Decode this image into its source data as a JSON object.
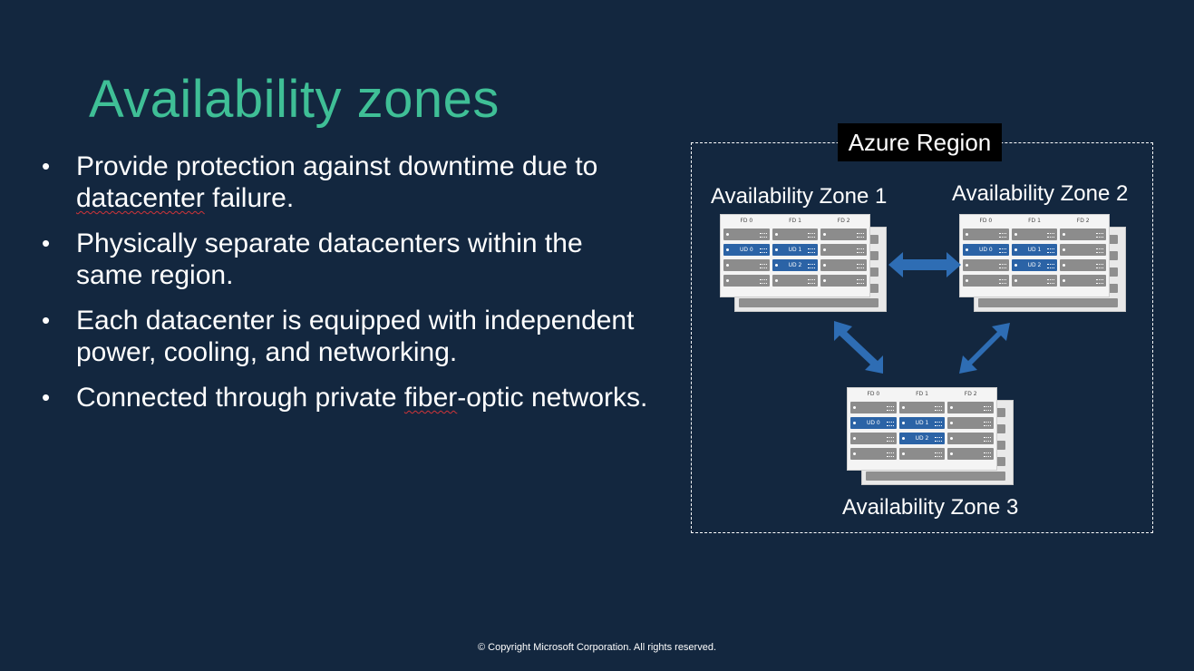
{
  "slide": {
    "title": "Availability zones",
    "bullets": [
      {
        "text_before": "Provide protection against downtime due to ",
        "squiggle": "datacenter",
        "text_after": " failure."
      },
      {
        "text_before": "Physically separate datacenters within the same region.",
        "squiggle": "",
        "text_after": ""
      },
      {
        "text_before": "Each datacenter is equipped with independent power, cooling, and networking.",
        "squiggle": "",
        "text_after": ""
      },
      {
        "text_before": "Connected through private ",
        "squiggle": "fiber",
        "text_after": "-optic networks."
      }
    ],
    "copyright": "© Copyright Microsoft Corporation. All rights reserved."
  },
  "diagram": {
    "region_label": "Azure Region",
    "zones": [
      {
        "label": "Availability Zone 1"
      },
      {
        "label": "Availability Zone 2"
      },
      {
        "label": "Availability Zone 3"
      }
    ],
    "rack": {
      "fault_domains": [
        "FD 0",
        "FD 1",
        "FD 2"
      ],
      "update_domains": [
        "UD 0",
        "UD 1",
        "UD 2"
      ]
    },
    "colors": {
      "background": "#13273f",
      "title": "#3fbf96",
      "arrow": "#2e6db4",
      "update_domain": "#2b63a6"
    }
  }
}
